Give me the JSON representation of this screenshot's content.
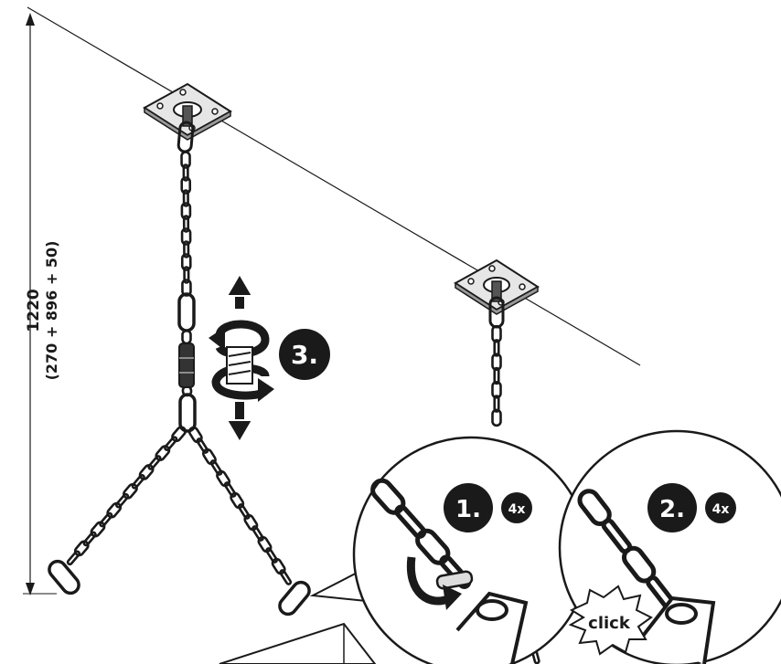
{
  "dimension": {
    "total": "1220",
    "breakdown": "(270 + 896 + 50)"
  },
  "steps": {
    "step1": {
      "number": "1.",
      "count": "4x"
    },
    "step2": {
      "number": "2.",
      "count": "4x"
    },
    "step3": {
      "number": "3."
    }
  },
  "click_label": "click",
  "colors": {
    "line": "#1a1a1a",
    "fill_dark": "#222222",
    "fill_light": "#d9d9d9",
    "background": "#ffffff"
  }
}
